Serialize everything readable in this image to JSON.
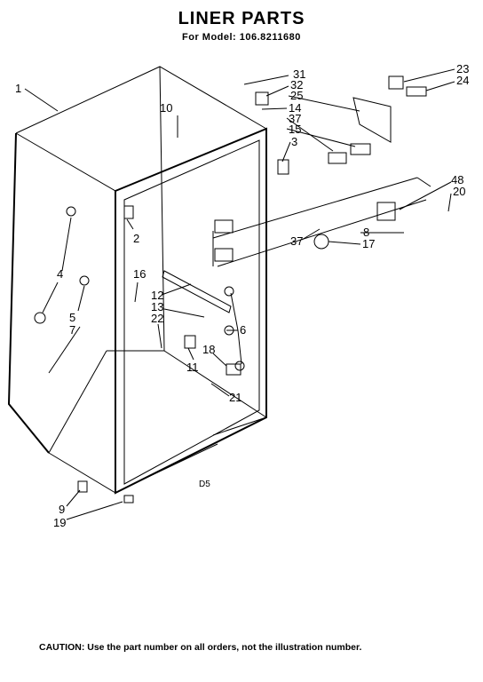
{
  "title": "LINER PARTS",
  "subtitle": "For Model: 106.8211680",
  "caution": "CAUTION: Use the part number on all orders, not the illustration number.",
  "diagram_code": "D5",
  "callouts": [
    "1",
    "2",
    "3",
    "4",
    "5",
    "6",
    "7",
    "8",
    "9",
    "10",
    "11",
    "12",
    "13",
    "14",
    "15",
    "16",
    "17",
    "18",
    "19",
    "20",
    "21",
    "22",
    "23",
    "24",
    "25",
    "31",
    "32",
    "37",
    "37",
    "48"
  ]
}
